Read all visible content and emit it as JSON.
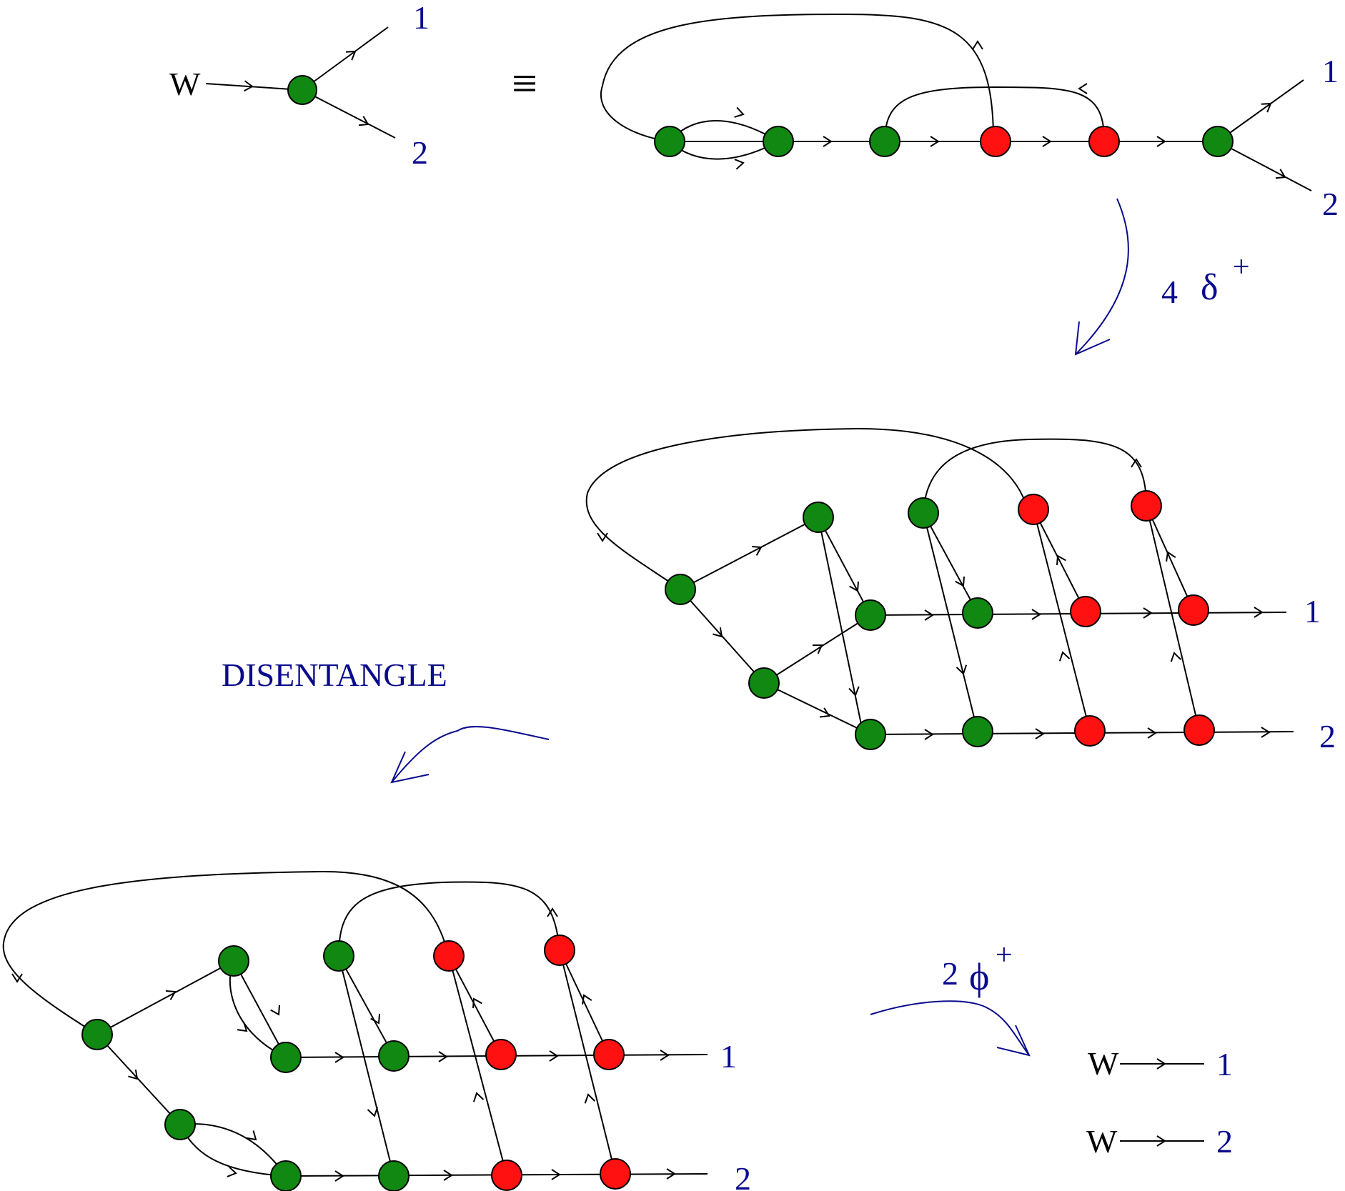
{
  "colors": {
    "green_node": "#118811",
    "red_node": "#ff1111",
    "label_blue": "#0a0a8c",
    "line": "#000000"
  },
  "labels": {
    "w": "W",
    "out1": "1",
    "out2": "2",
    "equiv": "≡",
    "delta_count": "4",
    "delta_sym": "δ",
    "delta_sup": "+",
    "disentangle": "DISENTANGLE",
    "phi_count": "2",
    "phi_sym": "ϕ",
    "phi_sup": "+",
    "result_w1": "W",
    "result_1": "1",
    "result_w2": "W",
    "result_2": "2"
  }
}
